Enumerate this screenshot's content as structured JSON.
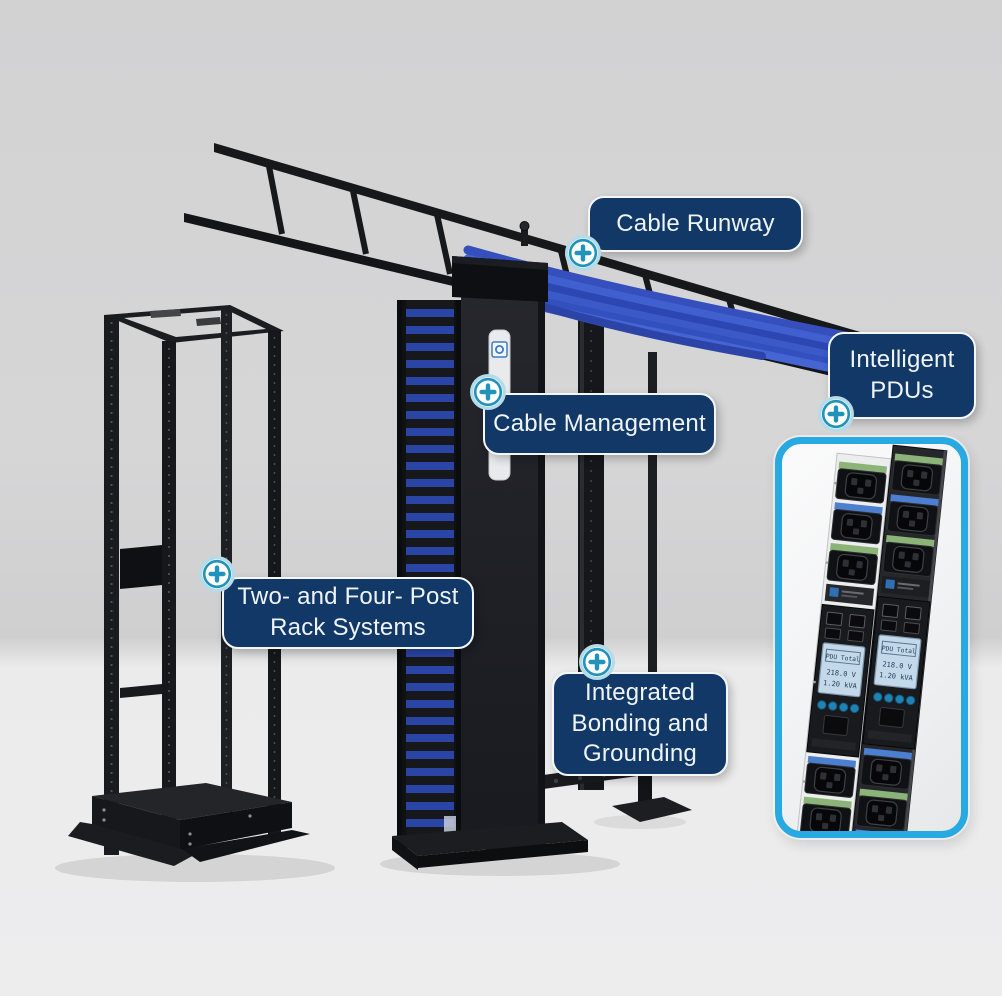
{
  "callouts": {
    "cable_runway": {
      "lines": [
        "Cable Runway"
      ]
    },
    "cable_management": {
      "lines": [
        "Cable Management"
      ]
    },
    "intelligent_pdus": {
      "lines": [
        "Intelligent",
        "PDUs"
      ]
    },
    "two_and_four_post": {
      "lines": [
        "Two- and Four- Post",
        "Rack Systems"
      ]
    },
    "integrated_bonding": {
      "lines": [
        "Integrated",
        "Bonding and",
        "Grounding"
      ]
    }
  },
  "pdu_inset": {
    "screen": {
      "title": "PDU Total",
      "voltage": "218.0 V",
      "power": "1.20 kVA"
    }
  },
  "icons": {
    "hotspot": "plus-icon"
  },
  "colors": {
    "label_bg": "#123868",
    "label_text": "#eef4f8",
    "hotspot_teal": "#2193ba",
    "hotspot_ring": "#b5dbe9",
    "inset_border": "#29a9e1",
    "cable_blue": "#3a55c5",
    "background_wall": "#d4d4d5",
    "background_floor": "#ededee"
  }
}
